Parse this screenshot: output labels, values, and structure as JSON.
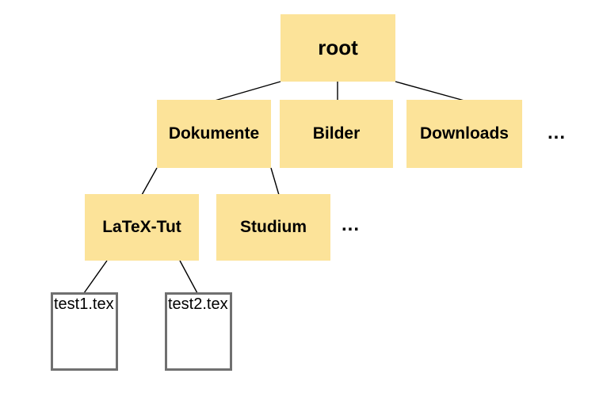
{
  "diagram": {
    "type": "tree",
    "colors": {
      "folder_fill": "#FCE399",
      "file_fill": "#FFFFFF",
      "file_border": "#707070",
      "edge": "#000000",
      "text": "#000000",
      "background": "#FFFFFF"
    },
    "nodes": {
      "root": "root",
      "dokumente": "Dokumente",
      "bilder": "Bilder",
      "downloads": "Downloads",
      "latex_tut": "LaTeX-Tut",
      "studium": "Studium",
      "file1": "test1.tex",
      "file2": "test2.tex"
    },
    "ellipsis_level1": "...",
    "ellipsis_level2": "...",
    "hierarchy": {
      "root": [
        "Dokumente",
        "Bilder",
        "Downloads",
        "..."
      ],
      "Dokumente": [
        "LaTeX-Tut",
        "Studium",
        "..."
      ],
      "LaTeX-Tut": [
        "test1.tex",
        "test2.tex"
      ]
    }
  }
}
